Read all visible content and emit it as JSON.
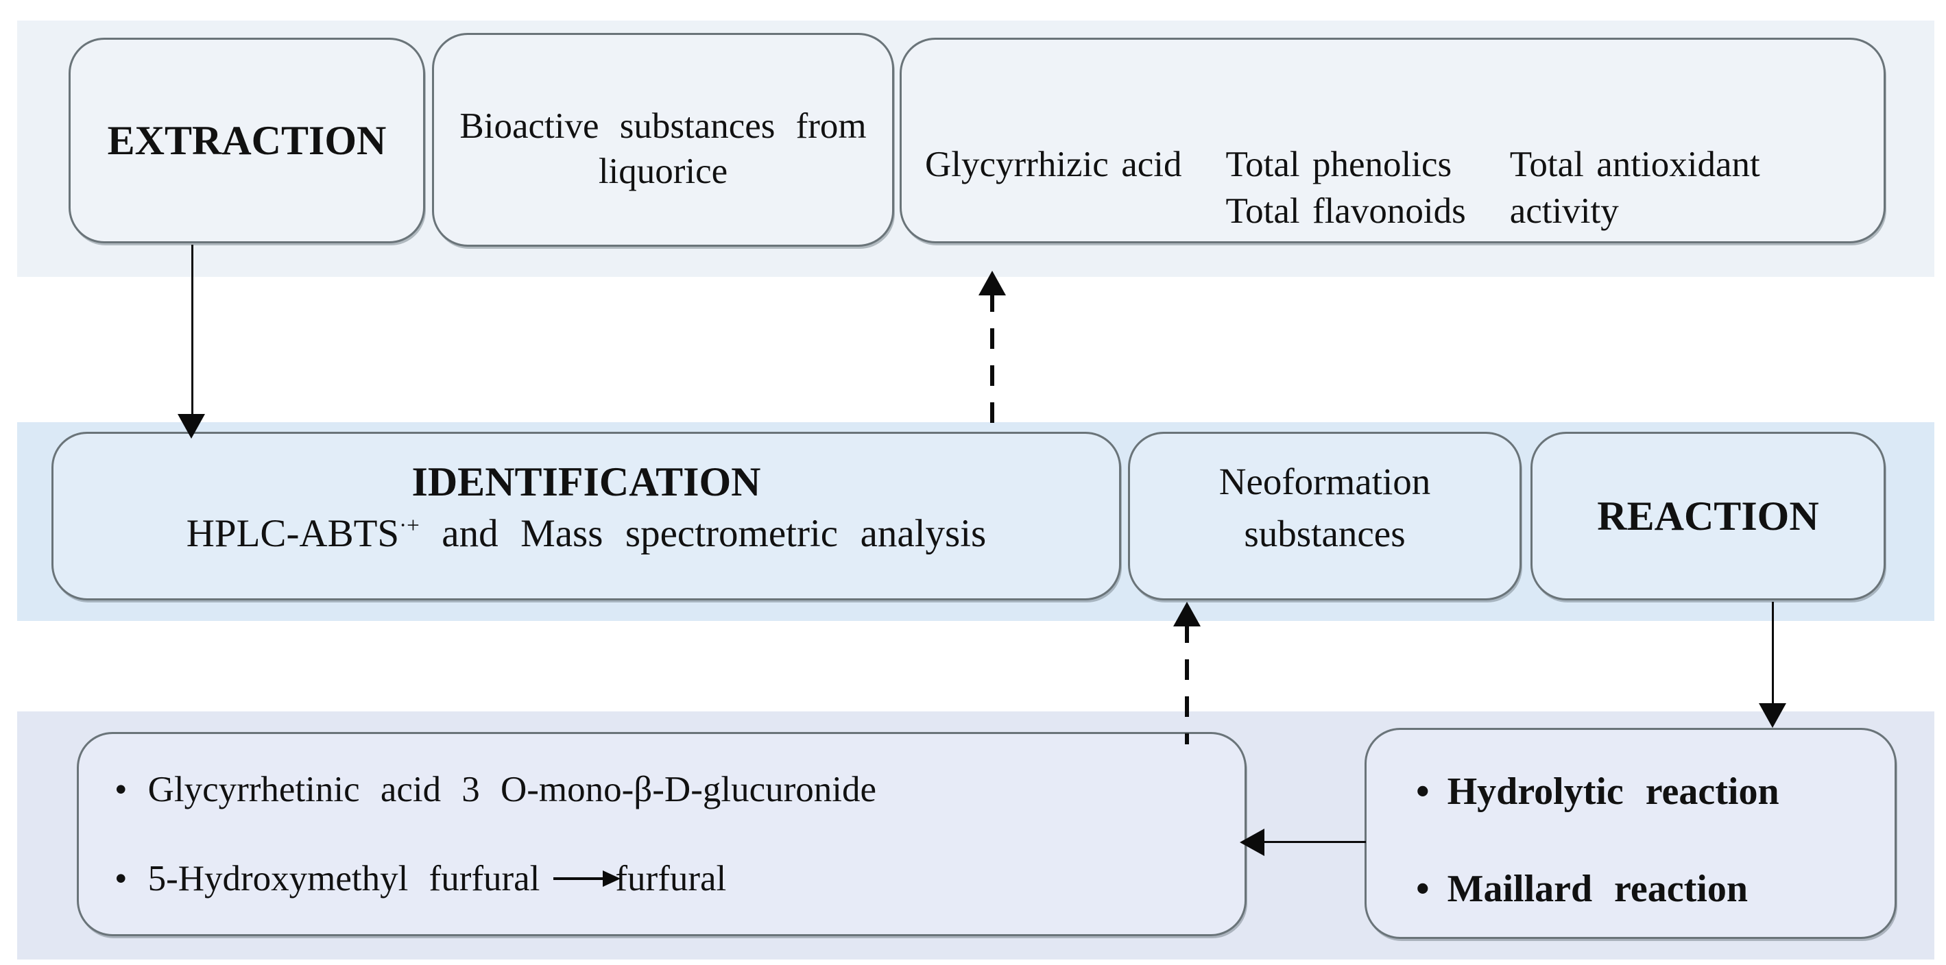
{
  "colors": {
    "band_top": "#edf2f7",
    "band_middle": "#dbe9f6",
    "band_bottom": "#e2e7f3",
    "fill_top": "#eff3f8",
    "fill_middle": "#e2edf8",
    "fill_bottom": "#e7ebf7",
    "box_border": "#6a7479",
    "arrow": "#0b0b0b",
    "text": "#111111"
  },
  "bullet_glyph": "•",
  "top_row": {
    "extraction_label": "EXTRACTION",
    "bioactive_line1": "Bioactive substances from",
    "bioactive_line2": "liquorice",
    "results": {
      "col1_line1": "Glycyrrhizic acid",
      "col2_line1": "Total phenolics",
      "col2_line2": "Total flavonoids",
      "col3_line1": "Total antioxidant",
      "col3_line2": "activity"
    }
  },
  "middle_row": {
    "identification_title": "IDENTIFICATION",
    "method_prefix": "HPLC-ABTS",
    "method_sup": "·+",
    "method_suffix": " and Mass spectrometric analysis",
    "neoformation_line1": "Neoformation",
    "neoformation_line2": "substances",
    "reaction_label": "REACTION"
  },
  "bottom_row": {
    "products": {
      "bullet1": "Glycyrrhetinic acid 3 O-mono-β-D-glucuronide",
      "bullet2_before_arrow": "5-Hydroxymethyl furfural",
      "bullet2_after_arrow": "furfural"
    },
    "reactions": {
      "bullet1": "Hydrolytic reaction",
      "bullet2": "Maillard reaction"
    }
  }
}
